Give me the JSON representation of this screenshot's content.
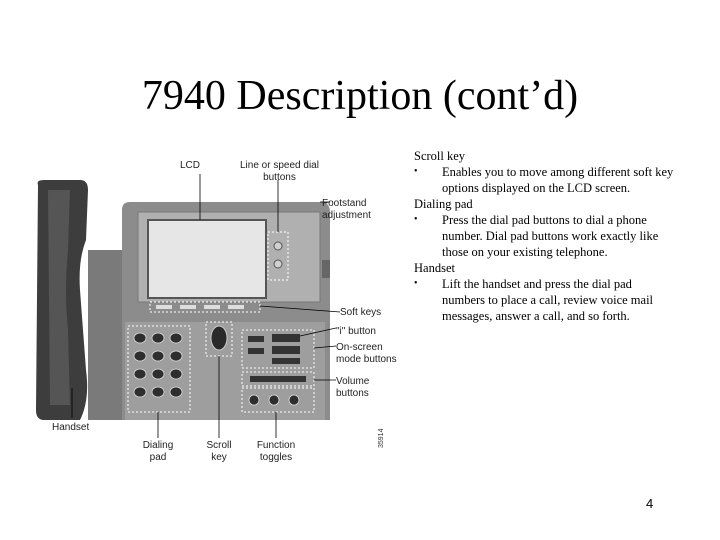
{
  "title": "7940 Description (cont’d)",
  "figure": {
    "callouts": {
      "lcd": "LCD",
      "line_speed_dial": [
        "Line or speed dial",
        "buttons"
      ],
      "footstand": [
        "Footstand",
        "adjustment"
      ],
      "soft_keys": "Soft keys",
      "i_button": "\"i\" button",
      "onscreen_mode": [
        "On-screen",
        "mode buttons"
      ],
      "volume": [
        "Volume",
        "buttons"
      ],
      "handset": "Handset",
      "dialing_pad": [
        "Dialing",
        "pad"
      ],
      "scroll_key": [
        "Scroll",
        "key"
      ],
      "function_toggles": [
        "Function",
        "toggles"
      ]
    },
    "figure_number": "35914"
  },
  "sections": [
    {
      "heading": "Scroll key",
      "bullet": "•",
      "lines": [
        "Enables you to move among different soft key",
        "options displayed on the LCD screen."
      ]
    },
    {
      "heading": "Dialing pad",
      "bullet": "•",
      "lines": [
        "Press the dial pad buttons to dial a phone",
        "number. Dial pad buttons work exactly like",
        "those on your existing telephone."
      ]
    },
    {
      "heading": "Handset",
      "bullet": "•",
      "lines": [
        "Lift the handset and press the dial pad",
        "numbers to place a call, review voice mail",
        "messages, answer a call, and so forth."
      ]
    }
  ],
  "page_number": "4"
}
